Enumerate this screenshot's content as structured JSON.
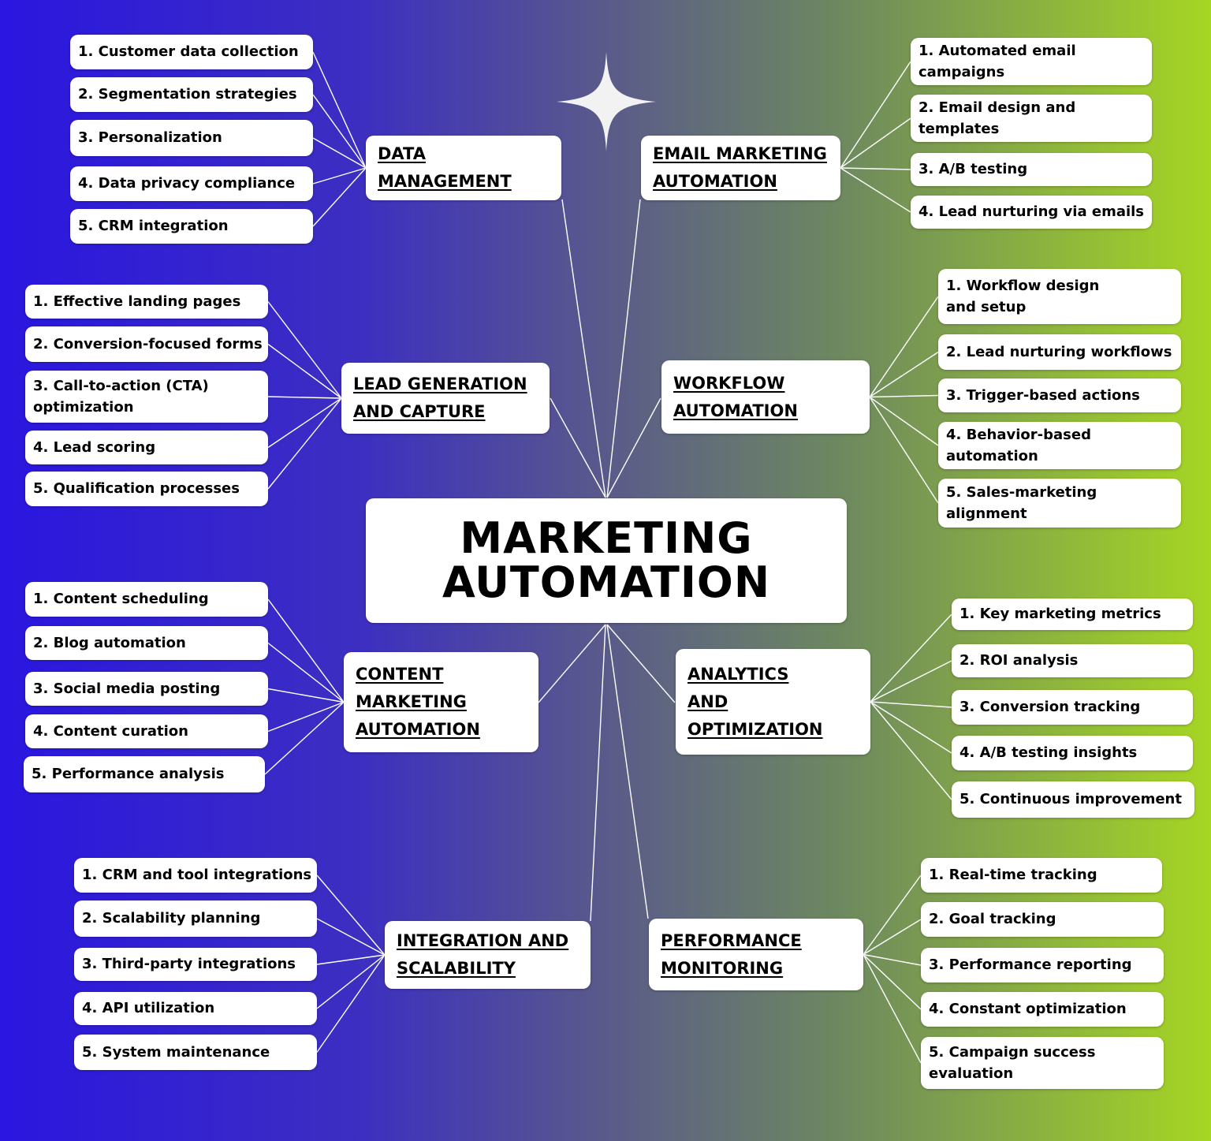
{
  "title": "MARKETING\nAUTOMATION",
  "colors": {
    "background_left": "#2a16e0",
    "background_right": "#a6d623",
    "box": "#ffffff",
    "line": "#ffffff",
    "text": "#000000"
  },
  "branches": [
    {
      "id": "data-management",
      "label": "DATA\nMANAGEMENT",
      "items": [
        "1. Customer data collection",
        "2. Segmentation strategies",
        "3. Personalization",
        "4. Data privacy compliance",
        "5. CRM integration"
      ]
    },
    {
      "id": "email-marketing-automation",
      "label": "EMAIL MARKETING\nAUTOMATION",
      "items": [
        "1. Automated email\ncampaigns",
        "2. Email design and\ntemplates",
        "3. A/B testing",
        "4. Lead nurturing via emails"
      ]
    },
    {
      "id": "lead-generation-and-capture",
      "label": "LEAD GENERATION\nAND CAPTURE",
      "items": [
        "1. Effective landing pages",
        "2. Conversion-focused forms",
        "3. Call-to-action (CTA)\noptimization",
        "4. Lead scoring",
        "5. Qualification processes"
      ]
    },
    {
      "id": "workflow-automation",
      "label": "WORKFLOW\nAUTOMATION",
      "items": [
        "1. Workflow design\nand setup",
        "2. Lead nurturing workflows",
        "3. Trigger-based actions",
        "4. Behavior-based\nautomation",
        "5. Sales-marketing\nalignment"
      ]
    },
    {
      "id": "content-marketing-automation",
      "label": "CONTENT\nMARKETING\nAUTOMATION",
      "items": [
        "1. Content scheduling",
        "2. Blog automation",
        "3. Social media posting",
        "4. Content curation",
        "5. Performance analysis"
      ]
    },
    {
      "id": "analytics-and-optimization",
      "label": "ANALYTICS\nAND\nOPTIMIZATION",
      "items": [
        "1. Key marketing metrics",
        "2. ROI analysis",
        "3. Conversion tracking",
        "4. A/B testing insights",
        "5. Continuous improvement"
      ]
    },
    {
      "id": "integration-and-scalability",
      "label": "INTEGRATION AND\nSCALABILITY",
      "items": [
        "1. CRM and tool integrations",
        "2. Scalability planning",
        "3. Third-party integrations",
        "4. API utilization",
        "5. System maintenance"
      ]
    },
    {
      "id": "performance-monitoring",
      "label": "PERFORMANCE\nMONITORING",
      "items": [
        "1. Real-time tracking",
        "2. Goal tracking",
        "3. Performance reporting",
        "4.  Constant optimization",
        "5. Campaign success\nevaluation"
      ]
    }
  ]
}
